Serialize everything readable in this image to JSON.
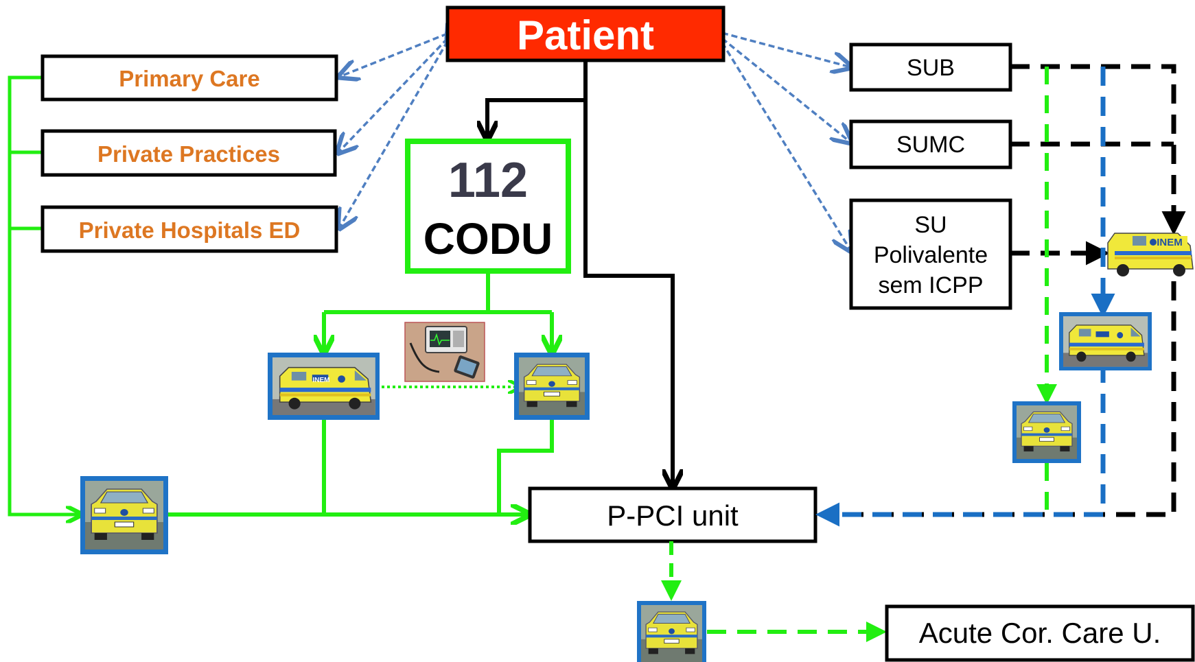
{
  "nodes": {
    "patient": "Patient",
    "primary_care": "Primary Care",
    "private_practices": "Private Practices",
    "private_hospitals": "Private Hospitals ED",
    "codu_number": "112",
    "codu_label": "CODU",
    "sub": "SUB",
    "sumc": "SUMC",
    "su_line1": "SU",
    "su_line2": "Polivalente",
    "su_line3": "sem ICPP",
    "ppci": "P-PCI unit",
    "accu": "Acute Cor. Care U.",
    "inem_badge": "INEM"
  },
  "colors": {
    "patient_fill": "#ff2a00",
    "green": "#22ee11",
    "blue": "#1a6fc4",
    "dotted_blue": "#4f7fc1",
    "orange": "#dd7722",
    "black": "#000000",
    "vehicle_frame": "#1f73c6"
  },
  "icons": {
    "ambulance": "ambulance-icon",
    "vmer_car": "emergency-car-icon",
    "telemetry": "ecg-telemetry-device-icon"
  }
}
